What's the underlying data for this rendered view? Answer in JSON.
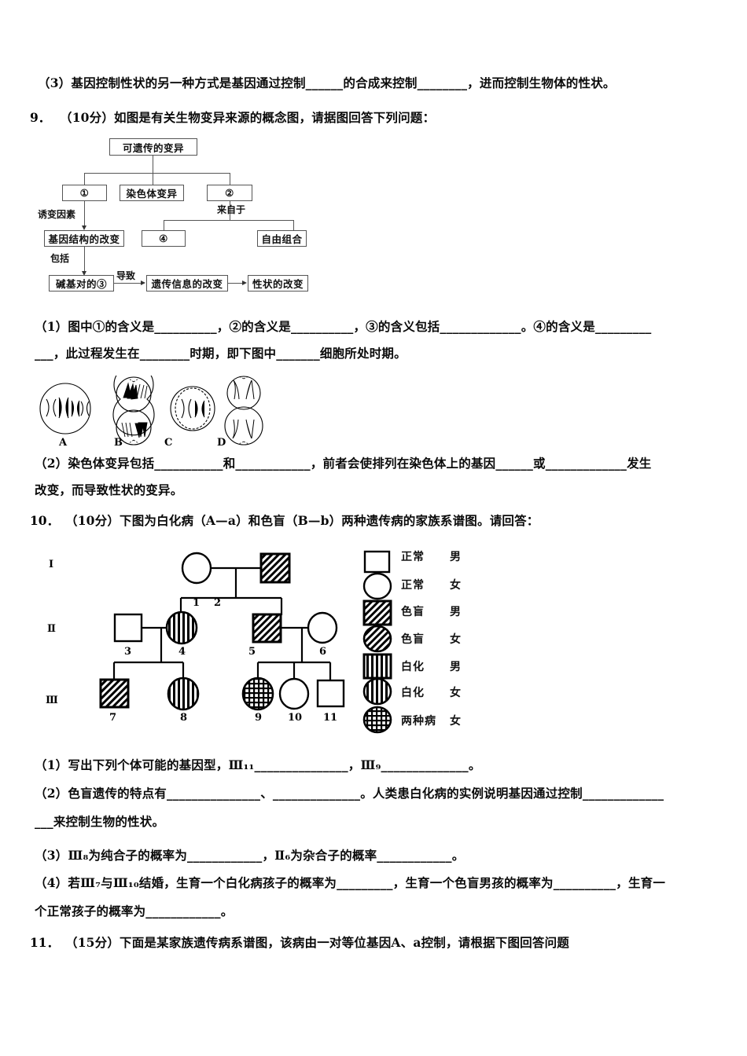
{
  "document": {
    "q8_part3": "（3）基因控制性状的另一种方式是基因通过控制______的合成来控制________，进而控制生物体的性状。",
    "q9": {
      "number": "9．",
      "score": "（10分）",
      "stem": "如图是有关生物变异来源的概念图，请据图回答下列问题：",
      "concept_map": {
        "boxes": [
          {
            "id": "root",
            "label": "可遗传的变异"
          },
          {
            "id": "b1",
            "label": "①"
          },
          {
            "id": "b2",
            "label": "染色体变异"
          },
          {
            "id": "b3",
            "label": "②"
          },
          {
            "id": "b4",
            "label": "基因结构的改变"
          },
          {
            "id": "b5",
            "label": "④"
          },
          {
            "id": "b6",
            "label": "自由组合"
          },
          {
            "id": "b7",
            "label": "碱基对的③"
          },
          {
            "id": "b8",
            "label": "遗传信息的改变"
          },
          {
            "id": "b9",
            "label": "性状的改变"
          }
        ],
        "edge_labels": [
          {
            "id": "e1",
            "label": "诱变因素"
          },
          {
            "id": "e2",
            "label": "来自于"
          },
          {
            "id": "e3",
            "label": "包括"
          },
          {
            "id": "e4",
            "label": "导致"
          }
        ]
      },
      "part1_line1": "（1）图中①的含义是__________，②的含义是__________，③的含义包括_____________。④的含义是_________",
      "part1_line2": "___，此过程发生在________时期，即下图中_______细胞所处时期。",
      "cell_figures": [
        {
          "label": "A",
          "stage": "mitosis-metaphase"
        },
        {
          "label": "B",
          "stage": "mitosis-anaphase"
        },
        {
          "label": "C",
          "stage": "meiosis-metaphase"
        },
        {
          "label": "D",
          "stage": "meiosis-anaphase"
        }
      ],
      "part2_line1": "（2）染色体变异包括___________和____________，前者会使排列在染色体上的基因______或_____________发生",
      "part2_line2": "改变，而导致性状的变异。"
    },
    "q10": {
      "number": "10．",
      "score": "（10分）",
      "stem": "下图为白化病（A—a）和色盲（B—b）两种遗传病的家族系谱图。请回答：",
      "pedigree": {
        "generations": [
          "Ⅰ",
          "Ⅱ",
          "Ⅲ"
        ],
        "individuals": [
          {
            "id": "1",
            "gen": "I",
            "sex": "female",
            "type": "normal"
          },
          {
            "id": "2",
            "gen": "I",
            "sex": "male",
            "type": "colorblind"
          },
          {
            "id": "3",
            "gen": "II",
            "sex": "male",
            "type": "normal"
          },
          {
            "id": "4",
            "gen": "II",
            "sex": "female",
            "type": "albino"
          },
          {
            "id": "5",
            "gen": "II",
            "sex": "male",
            "type": "colorblind"
          },
          {
            "id": "6",
            "gen": "II",
            "sex": "female",
            "type": "normal"
          },
          {
            "id": "7",
            "gen": "III",
            "sex": "male",
            "type": "colorblind"
          },
          {
            "id": "8",
            "gen": "III",
            "sex": "female",
            "type": "albino"
          },
          {
            "id": "9",
            "gen": "III",
            "sex": "female",
            "type": "both"
          },
          {
            "id": "10",
            "gen": "III",
            "sex": "female",
            "type": "normal"
          },
          {
            "id": "11",
            "gen": "III",
            "sex": "male",
            "type": "normal"
          }
        ]
      },
      "legend": [
        {
          "shape": "square",
          "fill": "normal",
          "condition": "正常",
          "sex": "男"
        },
        {
          "shape": "circle",
          "fill": "normal",
          "condition": "正常",
          "sex": "女"
        },
        {
          "shape": "square",
          "fill": "colorblind",
          "condition": "色盲",
          "sex": "男"
        },
        {
          "shape": "circle",
          "fill": "colorblind",
          "condition": "色盲",
          "sex": "女"
        },
        {
          "shape": "square",
          "fill": "albino",
          "condition": "白化",
          "sex": "男"
        },
        {
          "shape": "circle",
          "fill": "albino",
          "condition": "白化",
          "sex": "女"
        },
        {
          "shape": "circle",
          "fill": "both",
          "condition": "两种病",
          "sex": "女"
        }
      ],
      "part1": "（1）写出下列个体可能的基因型，Ⅲ₁₁_______________，Ⅲ₉______________。",
      "part2_line1": "（2）色盲遗传的特点有_______________、______________。人类患白化病的实例说明基因通过控制_____________",
      "part2_line2": "___来控制生物的性状。",
      "part3": "（3）Ⅲ₈为纯合子的概率为____________，Ⅱ₆为杂合子的概率____________。",
      "part4_line1": "（4）若Ⅲ₇与Ⅲ₁₀结婚，生育一个白化病孩子的概率为_________，生育一个色盲男孩的概率为__________，生育一",
      "part4_line2": "个正常孩子的概率为____________。"
    },
    "q11": {
      "number": "11．",
      "score": "（15分）",
      "stem": "下面是某家族遗传病系谱图，该病由一对等位基因A、a控制，请根据下图回答问题"
    }
  }
}
